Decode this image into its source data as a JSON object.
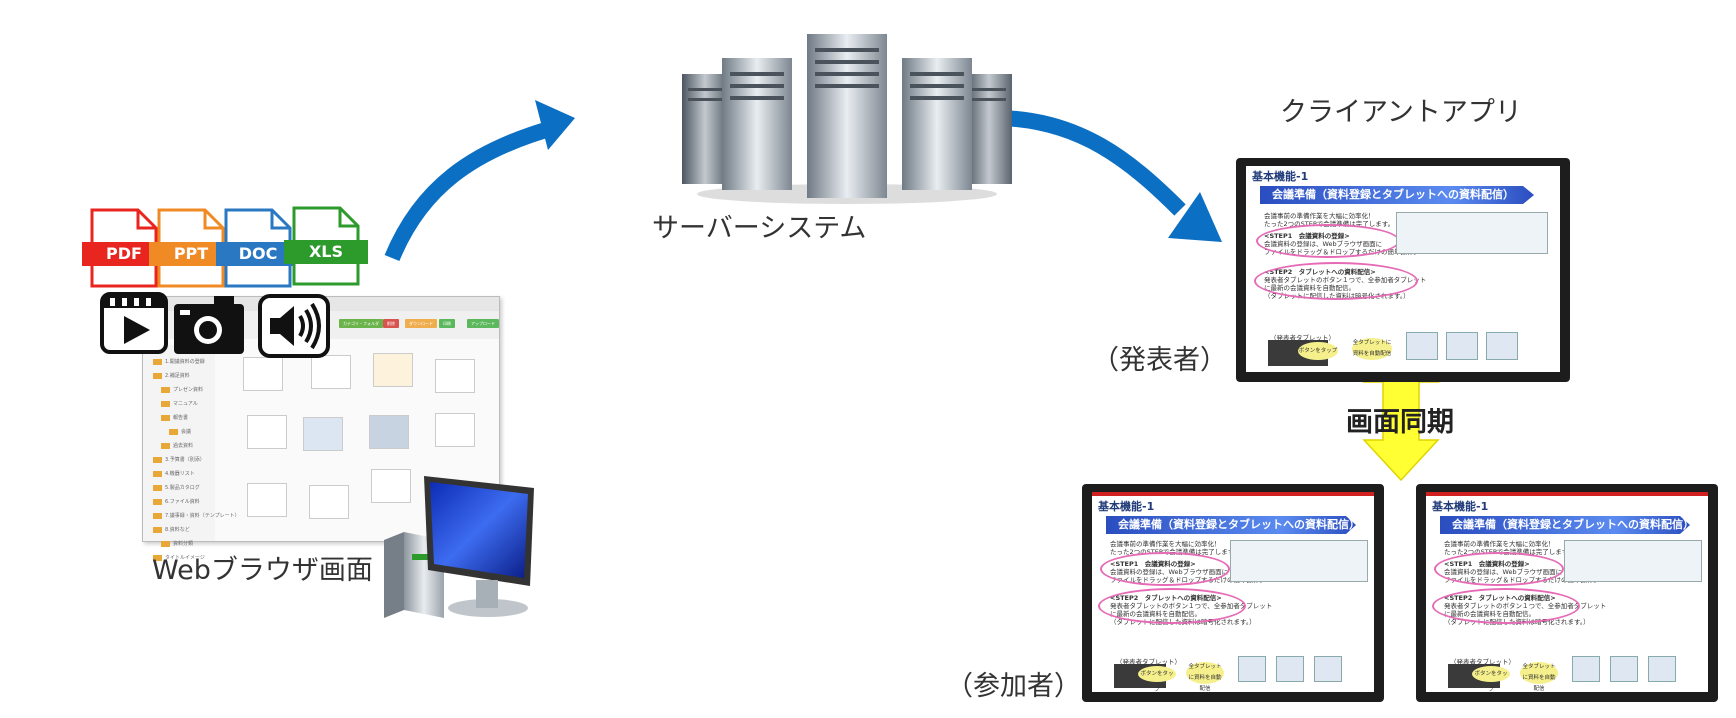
{
  "labels": {
    "server": "サーバーシステム",
    "client": "クライアントアプリ",
    "browser": "Webブラウザ画面",
    "presenter": "（発表者）",
    "participant": "（参加者）",
    "sync": "画面同期"
  },
  "file_types": [
    "PDF",
    "PPT",
    "DOC",
    "XLS"
  ],
  "file_colors": [
    "#e8251f",
    "#f08a24",
    "#2a78c2",
    "#2c9b2c"
  ],
  "media_icons": [
    "video-icon",
    "camera-icon",
    "speaker-icon"
  ],
  "slide": {
    "title": "基本機能-1",
    "banner": "会議準備（資料登録とタブレットへの資料配信）",
    "intro1": "会議事前の準備作業を大幅に効率化！",
    "intro2": "たった2つのSTEPで会議準備は完了します。",
    "step1": "<STEP1　会議資料の登録>",
    "step1a": "会議資料の登録は、Webブラウザ画面に",
    "step1b": "ファイルをドラッグ＆ドロップするだけの簡単操作。",
    "step2": "<STEP2　タブレットへの資料配信>",
    "step2a": "発表者タブレットのボタン１つで、全参加者タブレット",
    "step2b": "に最新の会議資料を自動配信。",
    "step2c": "（タブレットに配信した資料は暗号化されます。）",
    "tablet_label": "（発表者タブレット）",
    "button_tap": "ボタンをタップ",
    "auto_dist": "全タブレットに資料を自動配信"
  },
  "browser_screen": {
    "buttons": [
      "カテゴリ・フォルダ",
      "削除",
      "ダウンロード",
      "印刷",
      "アップロード"
    ],
    "folders": [
      "1.開議資料の登録",
      "2.補足資料",
      "プレゼン資料",
      "マニュアル",
      "報告書",
      "会議",
      "過去資料",
      "3.予算書（別添）",
      "4.機器リスト",
      "5.製品カタログ",
      "6.ファイル資料",
      "7.議事録・資料（テンプレート）",
      "8.資料など",
      "資料分類",
      "タイトルイメージ"
    ]
  },
  "colors": {
    "arrow_blue": "#0b6fc3",
    "sync_yellow": "#ffff33",
    "slide_banner": "#2a4dbf"
  }
}
